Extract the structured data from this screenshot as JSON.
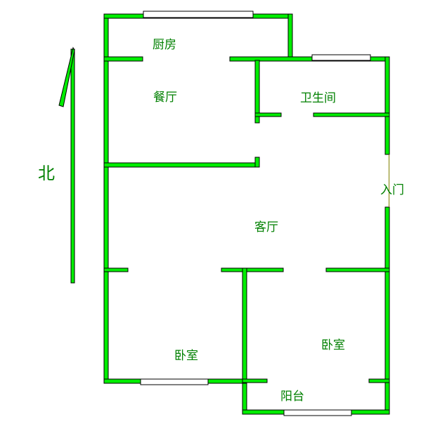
{
  "rooms": {
    "kitchen": "厨房",
    "dining": "餐厅",
    "bathroom": "卫生间",
    "entrance": "入门",
    "living": "客厅",
    "bedroom_left": "卧室",
    "bedroom_right": "卧室",
    "balcony": "阳台"
  },
  "compass": {
    "north": "北"
  },
  "colors": {
    "wall": "#00ee00",
    "label": "#008000"
  }
}
